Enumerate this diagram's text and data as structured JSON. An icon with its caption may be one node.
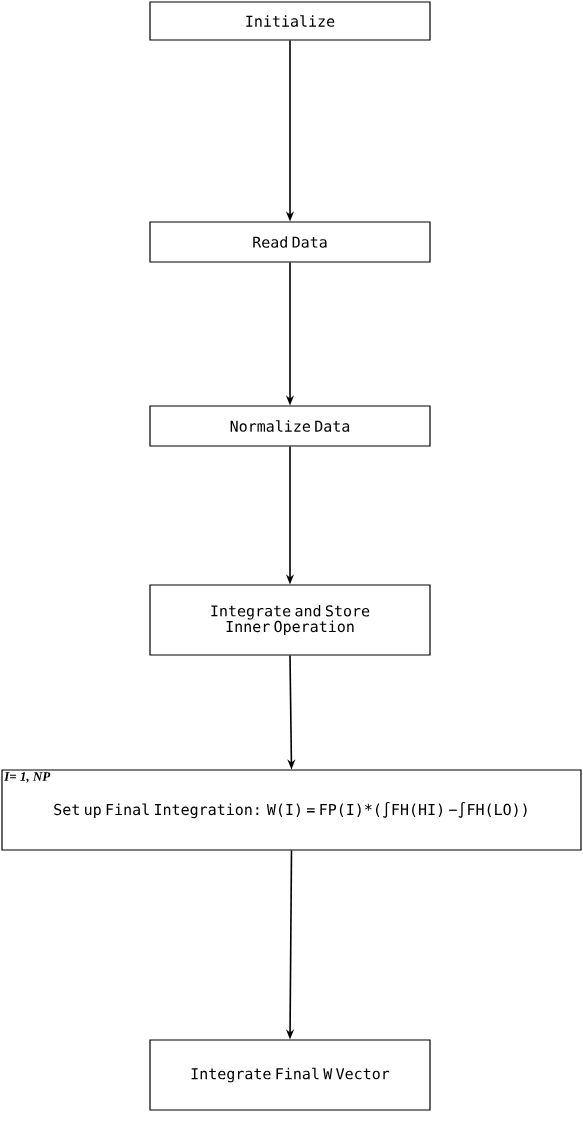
{
  "diagram": {
    "nodes": [
      {
        "text": [
          "Initialize"
        ]
      },
      {
        "text": [
          "Read Data"
        ]
      },
      {
        "text": [
          "Normalize Data"
        ]
      },
      {
        "text": [
          "Integrate and Store Inner Operation"
        ]
      },
      {
        "text": [
          "I= 1, NP",
          "Set up Final Integration: W(I) = FP(I)*(∫FH(HI) −∫FH(LO))"
        ]
      },
      {
        "text": [
          "Integrate Final W Vector"
        ]
      }
    ],
    "edges": [
      {
        "from": 0,
        "to": 1,
        "arrow": "to"
      },
      {
        "from": 1,
        "to": 2,
        "arrow": "to"
      },
      {
        "from": 2,
        "to": 3,
        "arrow": "to"
      },
      {
        "from": 3,
        "to": 4,
        "arrow": "to"
      },
      {
        "from": 4,
        "to": 5,
        "arrow": "to"
      }
    ]
  }
}
